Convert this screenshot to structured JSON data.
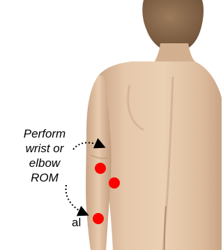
{
  "annotation": {
    "lines": [
      "Perform",
      "wrist or",
      "elbow",
      "ROM"
    ]
  },
  "stray_text": "al",
  "markers": {
    "count": 3,
    "color": "#ff0000"
  },
  "colors": {
    "skin": "#e2c3a5",
    "skin_shadow": "#b89274",
    "hair": "#8a6a4d",
    "arrow": "#000000"
  }
}
